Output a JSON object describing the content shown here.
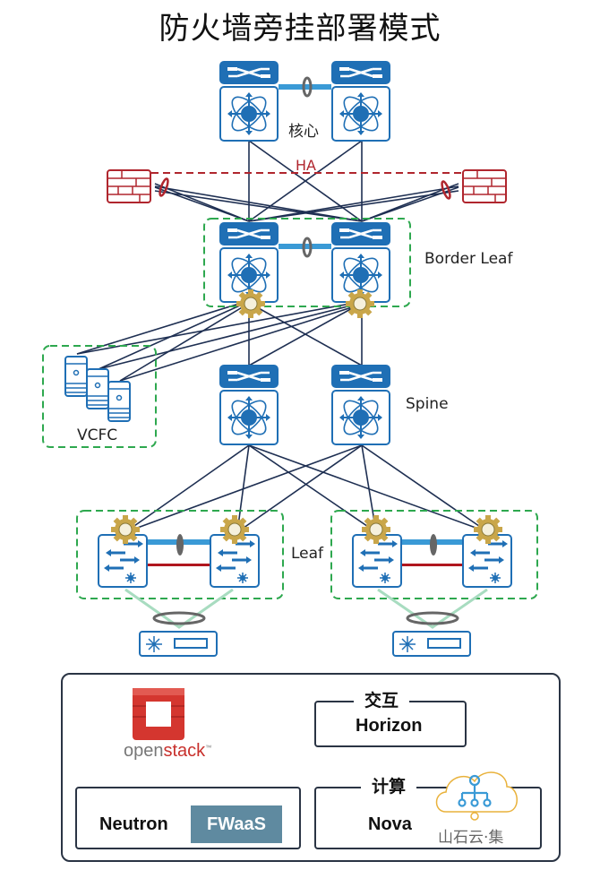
{
  "title": "防火墙旁挂部署模式",
  "labels": {
    "core": "核心",
    "ha": "HA",
    "border_leaf": "Border Leaf",
    "spine": "Spine",
    "vcfc": "VCFC",
    "leaf": "Leaf"
  },
  "openstack": {
    "logo_text_prefix": "open",
    "logo_text_suffix": "stack",
    "trademark": "™",
    "horizon_caption": "交互",
    "horizon_label": "Horizon",
    "compute_caption": "计算",
    "nova_label": "Nova",
    "neutron_label": "Neutron",
    "fwaas_label": "FWaaS"
  },
  "watermark": "山石云·集",
  "colors": {
    "device_blue": "#1f6fb5",
    "link_navy": "#1e2f52",
    "firewall_red": "#b0262e",
    "group_green": "#2ea84f",
    "fwaas_bg": "#5f8aa0"
  }
}
